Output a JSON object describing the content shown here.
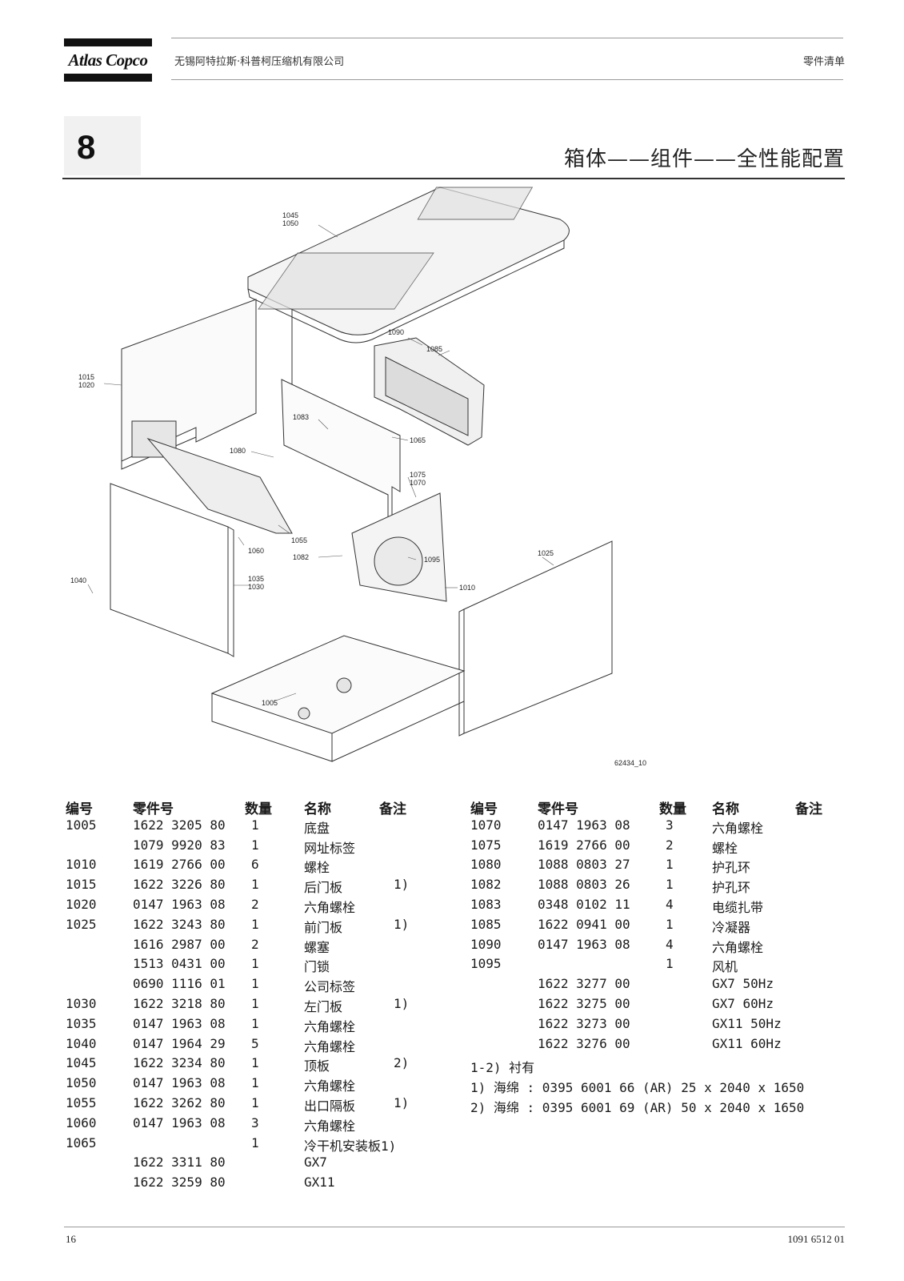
{
  "header": {
    "logo_text": "Atlas Copco",
    "company": "无锡阿特拉斯·科普柯压缩机有限公司",
    "right_label": "零件清单"
  },
  "section": {
    "number": "8",
    "title": "箱体——组件——全性能配置"
  },
  "diagram": {
    "figure_id": "62434_10",
    "labels": [
      "1045\n1050",
      "1090",
      "1085",
      "1015\n1020",
      "1083",
      "1065",
      "1080",
      "1075\n1070",
      "1060",
      "1055",
      "1082",
      "1095",
      "1025",
      "1040",
      "1035\n1030",
      "1010",
      "1005"
    ]
  },
  "table_headers": {
    "no": "编号",
    "part": "零件号",
    "qty": "数量",
    "name": "名称",
    "remark": "备注"
  },
  "left_rows": [
    {
      "no": "1005",
      "part": "1622 3205 80",
      "qty": "1",
      "name": "底盘",
      "remark": ""
    },
    {
      "no": "",
      "part": "1079 9920 83",
      "qty": "1",
      "name": "网址标签",
      "remark": ""
    },
    {
      "no": "1010",
      "part": "1619 2766 00",
      "qty": "6",
      "name": "螺栓",
      "remark": ""
    },
    {
      "no": "1015",
      "part": "1622 3226 80",
      "qty": "1",
      "name": "后门板",
      "remark": "1)"
    },
    {
      "no": "1020",
      "part": "0147 1963 08",
      "qty": "2",
      "name": "六角螺栓",
      "remark": ""
    },
    {
      "no": "1025",
      "part": "1622 3243 80",
      "qty": "1",
      "name": "前门板",
      "remark": "1)"
    },
    {
      "no": "",
      "part": "1616 2987 00",
      "qty": "2",
      "name": "螺塞",
      "remark": ""
    },
    {
      "no": "",
      "part": "1513 0431 00",
      "qty": "1",
      "name": "门锁",
      "remark": ""
    },
    {
      "no": "",
      "part": "0690 1116 01",
      "qty": "1",
      "name": "公司标签",
      "remark": ""
    },
    {
      "no": "1030",
      "part": "1622 3218 80",
      "qty": "1",
      "name": "左门板",
      "remark": "1)"
    },
    {
      "no": "1035",
      "part": "0147 1963 08",
      "qty": "1",
      "name": "六角螺栓",
      "remark": ""
    },
    {
      "no": "1040",
      "part": "0147 1964 29",
      "qty": "5",
      "name": "六角螺栓",
      "remark": ""
    },
    {
      "no": "1045",
      "part": "1622 3234 80",
      "qty": "1",
      "name": "顶板",
      "remark": "2)"
    },
    {
      "no": "1050",
      "part": "0147 1963 08",
      "qty": "1",
      "name": "六角螺栓",
      "remark": ""
    },
    {
      "no": "1055",
      "part": "1622 3262 80",
      "qty": "1",
      "name": "出口隔板",
      "remark": "1)"
    },
    {
      "no": "1060",
      "part": "0147 1963 08",
      "qty": "3",
      "name": "六角螺栓",
      "remark": ""
    },
    {
      "no": "1065",
      "part": "",
      "qty": "1",
      "name": "冷干机安装板1)",
      "remark": ""
    },
    {
      "no": "",
      "part": "1622 3311 80",
      "qty": "",
      "name": "GX7",
      "remark": ""
    },
    {
      "no": "",
      "part": "1622 3259 80",
      "qty": "",
      "name": "GX11",
      "remark": ""
    }
  ],
  "right_rows": [
    {
      "no": "1070",
      "part": "0147 1963 08",
      "qty": "3",
      "name": "六角螺栓",
      "remark": ""
    },
    {
      "no": "1075",
      "part": "1619 2766 00",
      "qty": "2",
      "name": "螺栓",
      "remark": ""
    },
    {
      "no": "1080",
      "part": "1088 0803 27",
      "qty": "1",
      "name": "护孔环",
      "remark": ""
    },
    {
      "no": "1082",
      "part": "1088 0803 26",
      "qty": "1",
      "name": "护孔环",
      "remark": ""
    },
    {
      "no": "1083",
      "part": "0348 0102 11",
      "qty": "4",
      "name": "电缆扎带",
      "remark": ""
    },
    {
      "no": "1085",
      "part": "1622 0941 00",
      "qty": "1",
      "name": "冷凝器",
      "remark": ""
    },
    {
      "no": "1090",
      "part": "0147 1963 08",
      "qty": "4",
      "name": "六角螺栓",
      "remark": ""
    },
    {
      "no": "1095",
      "part": "",
      "qty": "1",
      "name": "风机",
      "remark": ""
    },
    {
      "no": "",
      "part": "1622 3277 00",
      "qty": "",
      "name": "GX7 50Hz",
      "remark": ""
    },
    {
      "no": "",
      "part": "1622 3275 00",
      "qty": "",
      "name": "GX7 60Hz",
      "remark": ""
    },
    {
      "no": "",
      "part": "1622 3273 00",
      "qty": "",
      "name": "GX11 50Hz",
      "remark": ""
    },
    {
      "no": "",
      "part": "1622 3276 00",
      "qty": "",
      "name": "GX11 60Hz",
      "remark": ""
    }
  ],
  "notes": [
    "1-2) 衬有",
    "1) 海绵 : 0395 6001 66 (AR) 25 x 2040 x 1650",
    "2) 海绵 : 0395 6001 69 (AR) 50 x 2040 x 1650"
  ],
  "footer": {
    "page": "16",
    "doc_no": "1091 6512 01"
  }
}
